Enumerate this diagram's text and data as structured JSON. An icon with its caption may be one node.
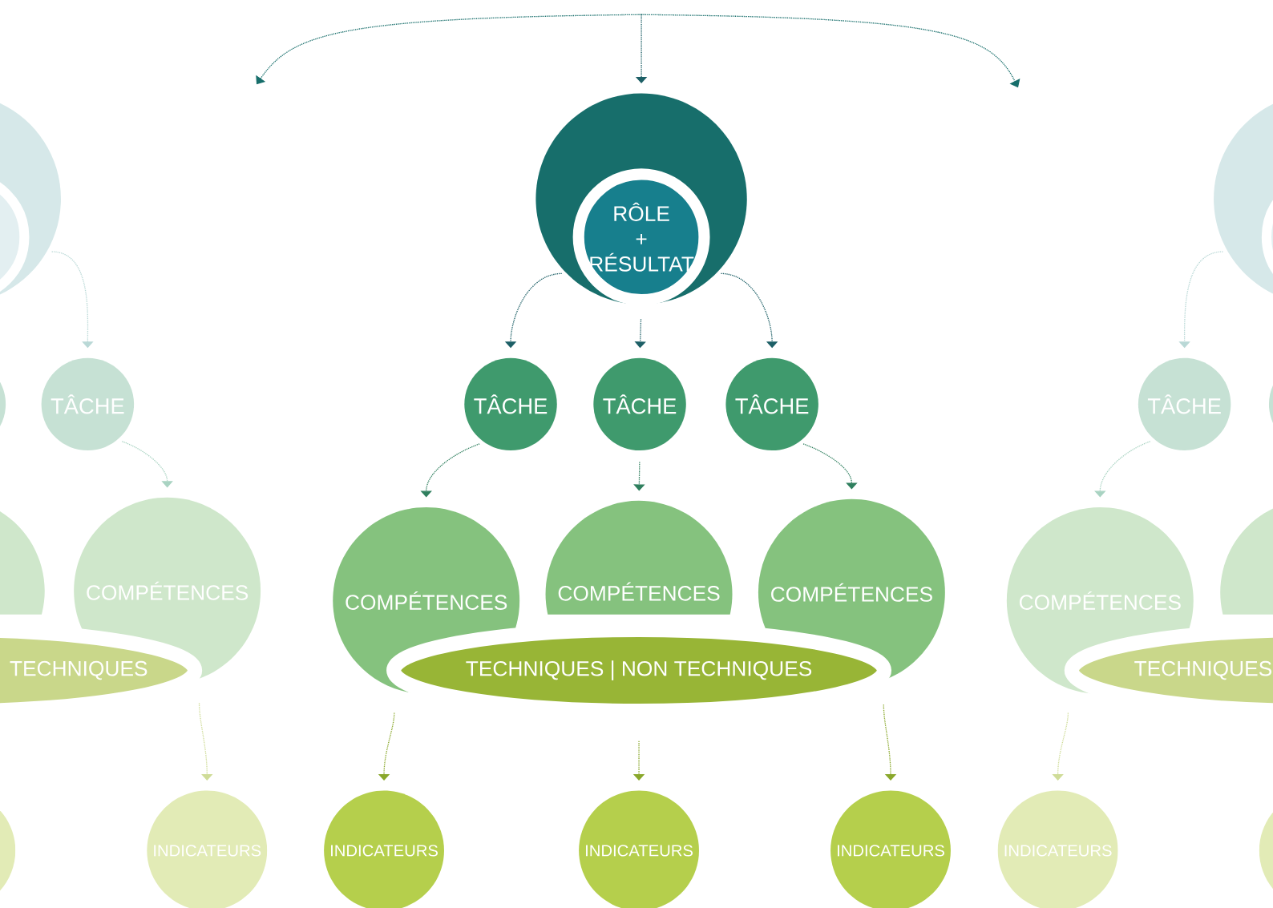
{
  "diagram": {
    "nodes": [
      {
        "text": [],
        "shape": "circle"
      },
      {
        "text": [
          "RÔLE",
          "+",
          "RÉSULTAT"
        ],
        "in": 0
      },
      {
        "text": [],
        "shape": "circle"
      },
      {
        "text": [],
        "shape": "circle"
      },
      {
        "text": [],
        "shape": "circle"
      },
      {
        "text": [
          "TÂCHE"
        ]
      },
      {
        "text": [
          "TÂCHE"
        ]
      },
      {
        "text": [
          "TÂCHE"
        ]
      },
      {
        "text": [
          "TÂCHE"
        ]
      },
      {
        "text": [
          "TÂCHE"
        ]
      },
      {
        "text": [],
        "shape": "circle"
      },
      {
        "text": [],
        "shape": "circle"
      },
      {
        "text": [
          "COMPÉTENCES"
        ]
      },
      {
        "text": [
          "COMPÉTENCES"
        ]
      },
      {
        "text": [
          "COMPÉTENCES"
        ]
      },
      {
        "text": [
          "COMPÉTENCES"
        ]
      },
      {
        "text": [
          "COMPÉTENCES"
        ]
      },
      {
        "text": [],
        "shape": "circle"
      },
      {
        "text": [
          "TECHNIQUES"
        ]
      },
      {
        "text": [
          "TECHNIQUES | NON TECHNIQUES"
        ]
      },
      {
        "text": [
          "TECHNIQUES"
        ]
      },
      {
        "text": [],
        "shape": "circle"
      },
      {
        "text": [
          "INDICATEURS"
        ]
      },
      {
        "text": [
          "INDICATEURS"
        ]
      },
      {
        "text": [
          "INDICATEURS"
        ]
      },
      {
        "text": [
          "INDICATEURS"
        ]
      },
      {
        "text": [
          "INDICATEURS"
        ]
      },
      {
        "text": [],
        "shape": "circle"
      }
    ],
    "edges": [
      {
        "from": null,
        "to": 0,
        "arrow": "to",
        "color": "#1d5f66"
      },
      {
        "from": 0,
        "to": 6,
        "arrow": "to",
        "color": "#1d5f66"
      },
      {
        "from": 0,
        "to": 7,
        "arrow": "to",
        "color": "#1d5f66"
      },
      {
        "from": 0,
        "to": 8,
        "arrow": "to",
        "color": "#1d5f66"
      },
      {
        "from": 2,
        "to": 5,
        "arrow": "to",
        "color": "#b9d8d6"
      },
      {
        "from": 3,
        "to": 9,
        "arrow": "to",
        "color": "#b9d8d6"
      },
      {
        "from": 6,
        "to": 13,
        "arrow": "to",
        "color": "#2f7f5e"
      },
      {
        "from": 7,
        "to": 14,
        "arrow": "to",
        "color": "#2f7f5e"
      },
      {
        "from": 8,
        "to": 15,
        "arrow": "to",
        "color": "#2f7f5e"
      },
      {
        "from": 5,
        "to": 12,
        "arrow": "to",
        "color": "#a9d3c2"
      },
      {
        "from": 9,
        "to": 16,
        "arrow": "to",
        "color": "#a9d3c2"
      },
      {
        "from": 13,
        "to": 23,
        "arrow": "to",
        "color": "#8aa82c"
      },
      {
        "from": 19,
        "to": 24,
        "arrow": "to",
        "color": "#8aa82c"
      },
      {
        "from": 15,
        "to": 25,
        "arrow": "to",
        "color": "#8aa82c"
      },
      {
        "from": 12,
        "to": 22,
        "arrow": "to",
        "color": "#cfdc98"
      },
      {
        "from": 16,
        "to": 26,
        "arrow": "to",
        "color": "#cfdc98"
      }
    ]
  }
}
